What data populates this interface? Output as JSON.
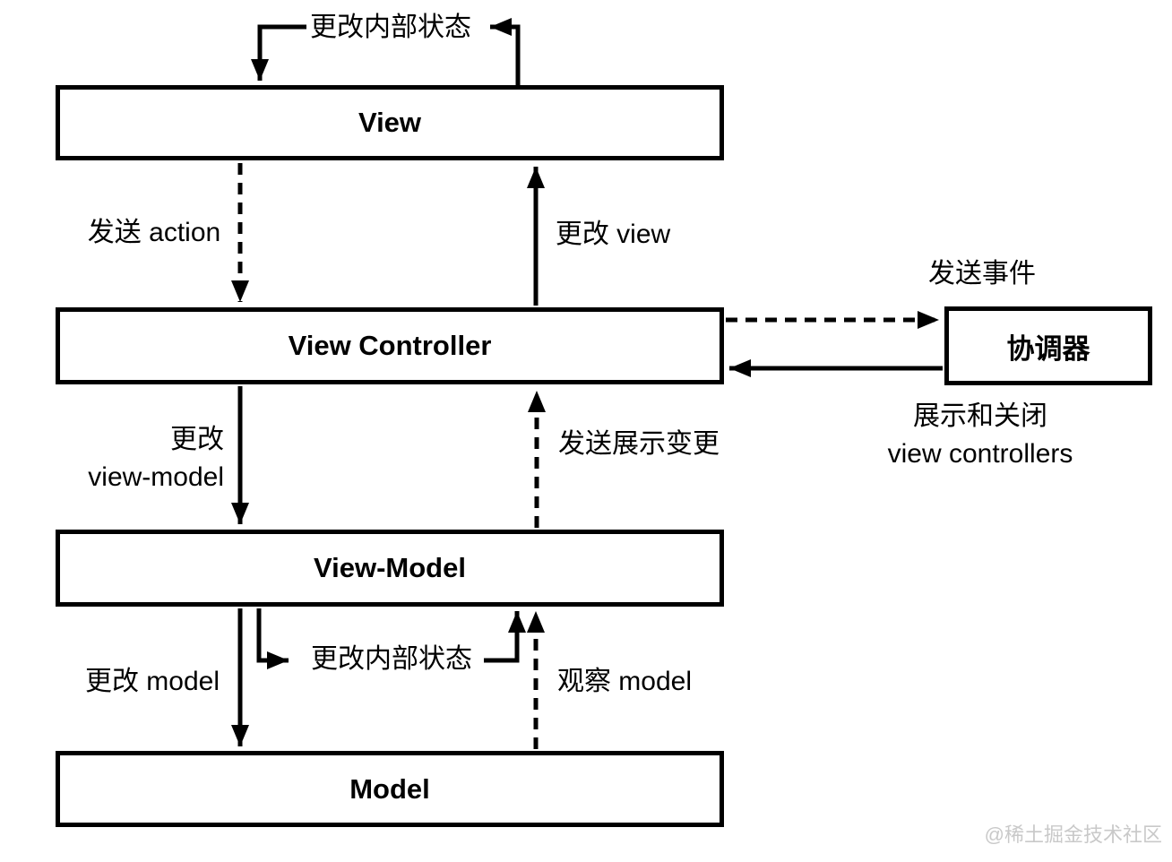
{
  "canvas": {
    "background": "#ffffff",
    "line_color": "#000000"
  },
  "boxes": {
    "view": {
      "label": "View"
    },
    "view_controller": {
      "label": "View Controller"
    },
    "coordinator": {
      "label": "协调器"
    },
    "view_model": {
      "label": "View-Model"
    },
    "model": {
      "label": "Model"
    }
  },
  "edges": {
    "view_internal_state": {
      "label": "更改内部状态",
      "style": "solid",
      "from": "view",
      "to": "view"
    },
    "send_action": {
      "label": "发送 action",
      "style": "dashed",
      "from": "view",
      "to": "view_controller"
    },
    "change_view": {
      "label": "更改 view",
      "style": "solid",
      "from": "view_controller",
      "to": "view"
    },
    "send_event": {
      "label": "发送事件",
      "style": "dashed",
      "from": "view_controller",
      "to": "coordinator"
    },
    "present_dismiss": {
      "label_line1": "展示和关闭",
      "label_line2": "view controllers",
      "style": "solid",
      "from": "coordinator",
      "to": "view_controller"
    },
    "change_view_model": {
      "label_line1": "更改",
      "label_line2": "view-model",
      "style": "solid",
      "from": "view_controller",
      "to": "view_model"
    },
    "send_display_changes": {
      "label": "发送展示变更",
      "style": "dashed",
      "from": "view_model",
      "to": "view_controller"
    },
    "view_model_internal_state": {
      "label": "更改内部状态",
      "style": "solid",
      "from": "view_model",
      "to": "view_model"
    },
    "change_model": {
      "label": "更改 model",
      "style": "solid",
      "from": "view_model",
      "to": "model"
    },
    "observe_model": {
      "label": "观察 model",
      "style": "dashed",
      "from": "model",
      "to": "view_model"
    }
  },
  "watermark": {
    "text": "@稀土掘金技术社区",
    "color": "#c9c9c9"
  }
}
